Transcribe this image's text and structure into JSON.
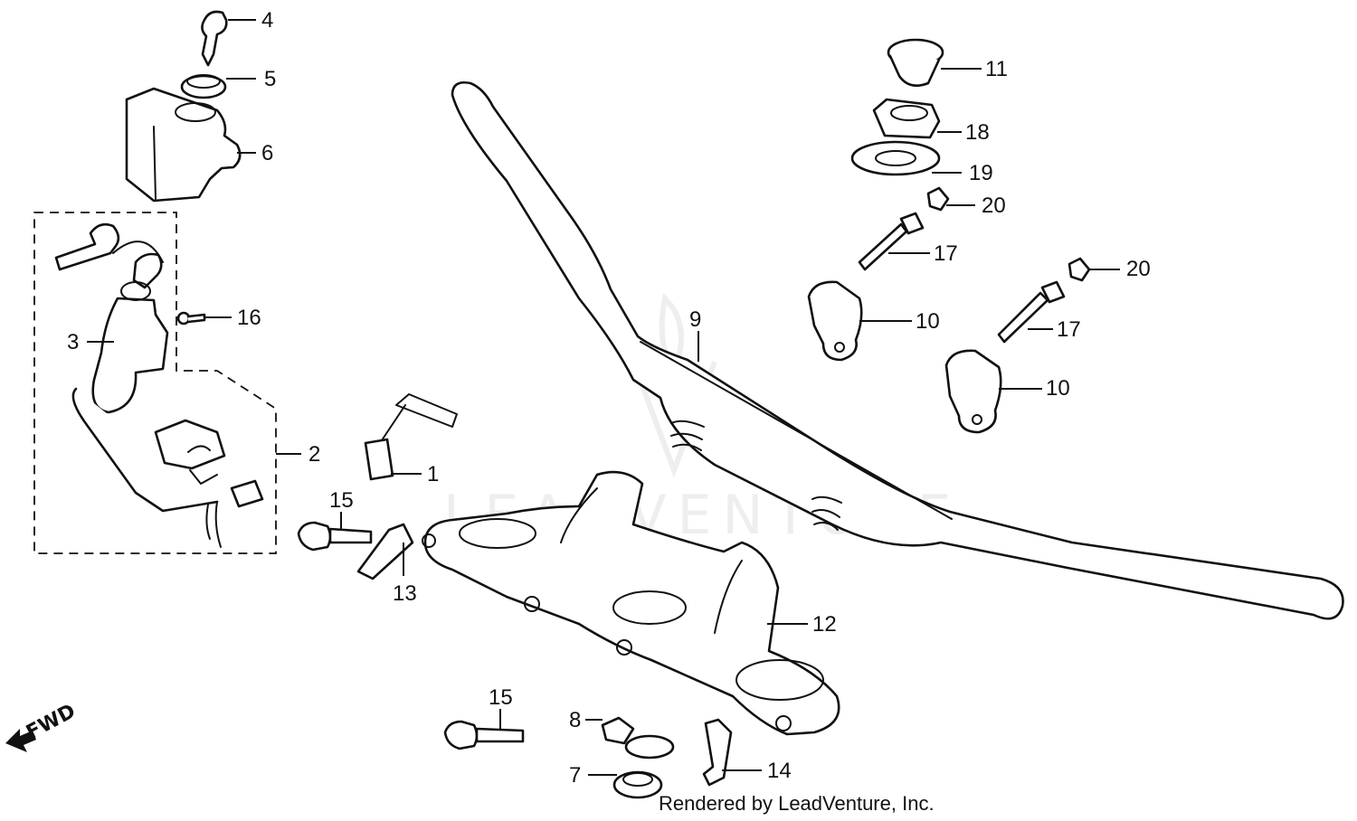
{
  "watermark": "LEADVENTURE",
  "footer_credit": "Rendered by LeadVenture, Inc.",
  "direction_label": "FWD",
  "callouts": [
    "4",
    "5",
    "6",
    "16",
    "3",
    "2",
    "1",
    "15",
    "13",
    "11",
    "18",
    "19",
    "20",
    "17",
    "20",
    "10",
    "17",
    "10",
    "9",
    "12",
    "15",
    "8",
    "7",
    "14"
  ]
}
